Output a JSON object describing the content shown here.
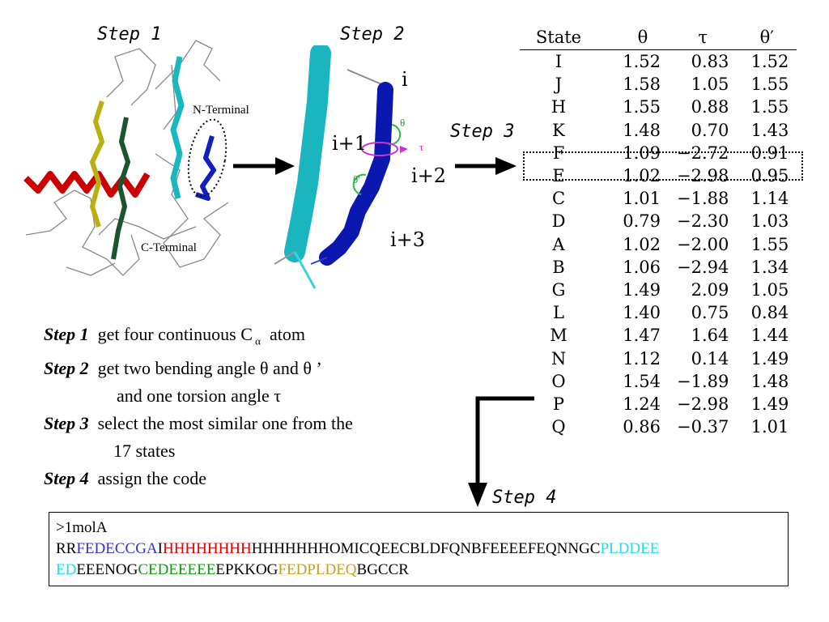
{
  "step_titles": {
    "s1": "Step 1",
    "s2": "Step 2",
    "s3": "Step 3",
    "s4": "Step 4"
  },
  "diagram1": {
    "n_terminal": "N-Terminal",
    "c_terminal": "C-Terminal"
  },
  "diagram2": {
    "i": "i",
    "i1": "i+1",
    "i2": "i+2",
    "i3": "i+3",
    "theta": "θ",
    "theta_prime": "θ'",
    "tau": "τ"
  },
  "description": {
    "step1_label": "Step 1",
    "step1_text": "get four  continuous C",
    "step1_sub": "α",
    "step1_tail": "atom",
    "step2_label": "Step 2",
    "step2_text": "get two  bending angle  θ  and  θ ’",
    "step2_cont": "and one torsion angle  τ",
    "step3_label": "Step 3",
    "step3_text": "select the most similar one from the",
    "step3_cont": "17 states",
    "step4_label": "Step 4",
    "step4_text": "assign the code"
  },
  "table": {
    "headers": [
      "State",
      "θ",
      "τ",
      "θ′"
    ],
    "rows": [
      [
        "I",
        "1.52",
        "0.83",
        "1.52"
      ],
      [
        "J",
        "1.58",
        "1.05",
        "1.55"
      ],
      [
        "H",
        "1.55",
        "0.88",
        "1.55"
      ],
      [
        "K",
        "1.48",
        "0.70",
        "1.43"
      ],
      [
        "F",
        "1.09",
        "−2.72",
        "0.91"
      ],
      [
        "E",
        "1.02",
        "−2.98",
        "0.95"
      ],
      [
        "C",
        "1.01",
        "−1.88",
        "1.14"
      ],
      [
        "D",
        "0.79",
        "−2.30",
        "1.03"
      ],
      [
        "A",
        "1.02",
        "−2.00",
        "1.55"
      ],
      [
        "B",
        "1.06",
        "−2.94",
        "1.34"
      ],
      [
        "G",
        "1.49",
        "2.09",
        "1.05"
      ],
      [
        "L",
        "1.40",
        "0.75",
        "0.84"
      ],
      [
        "M",
        "1.47",
        "1.64",
        "1.44"
      ],
      [
        "N",
        "1.12",
        "0.14",
        "1.49"
      ],
      [
        "O",
        "1.54",
        "−1.89",
        "1.48"
      ],
      [
        "P",
        "1.24",
        "−2.98",
        "1.49"
      ],
      [
        "Q",
        "0.86",
        "−0.37",
        "1.01"
      ]
    ]
  },
  "sequence": {
    "header": ">1molA",
    "colors": {
      "blue": "#3333cc",
      "red": "#e00000",
      "cyan": "#22ddee",
      "green": "#119911",
      "gold": "#c8a020"
    },
    "line1": [
      {
        "text": "RR",
        "color": "#000000"
      },
      {
        "text": "FEDECCGA",
        "color": "#3333cc"
      },
      {
        "text": "I",
        "color": "#000000"
      },
      {
        "text": "HHHHHHHH",
        "color": "#e00000"
      },
      {
        "text": "HHHHHHHOMICQEECBLDFQNBFEEEEFEQNNGC",
        "color": "#000000"
      },
      {
        "text": "PLDDEE",
        "color": "#22ddee"
      }
    ],
    "line2": [
      {
        "text": "ED",
        "color": "#22ddee"
      },
      {
        "text": "EEENOG",
        "color": "#000000"
      },
      {
        "text": "CEDEEEEE",
        "color": "#119911"
      },
      {
        "text": "EPKKOG",
        "color": "#000000"
      },
      {
        "text": "FEDPLDEQ",
        "color": "#c8a020"
      },
      {
        "text": "BGCCR",
        "color": "#000000"
      }
    ]
  }
}
